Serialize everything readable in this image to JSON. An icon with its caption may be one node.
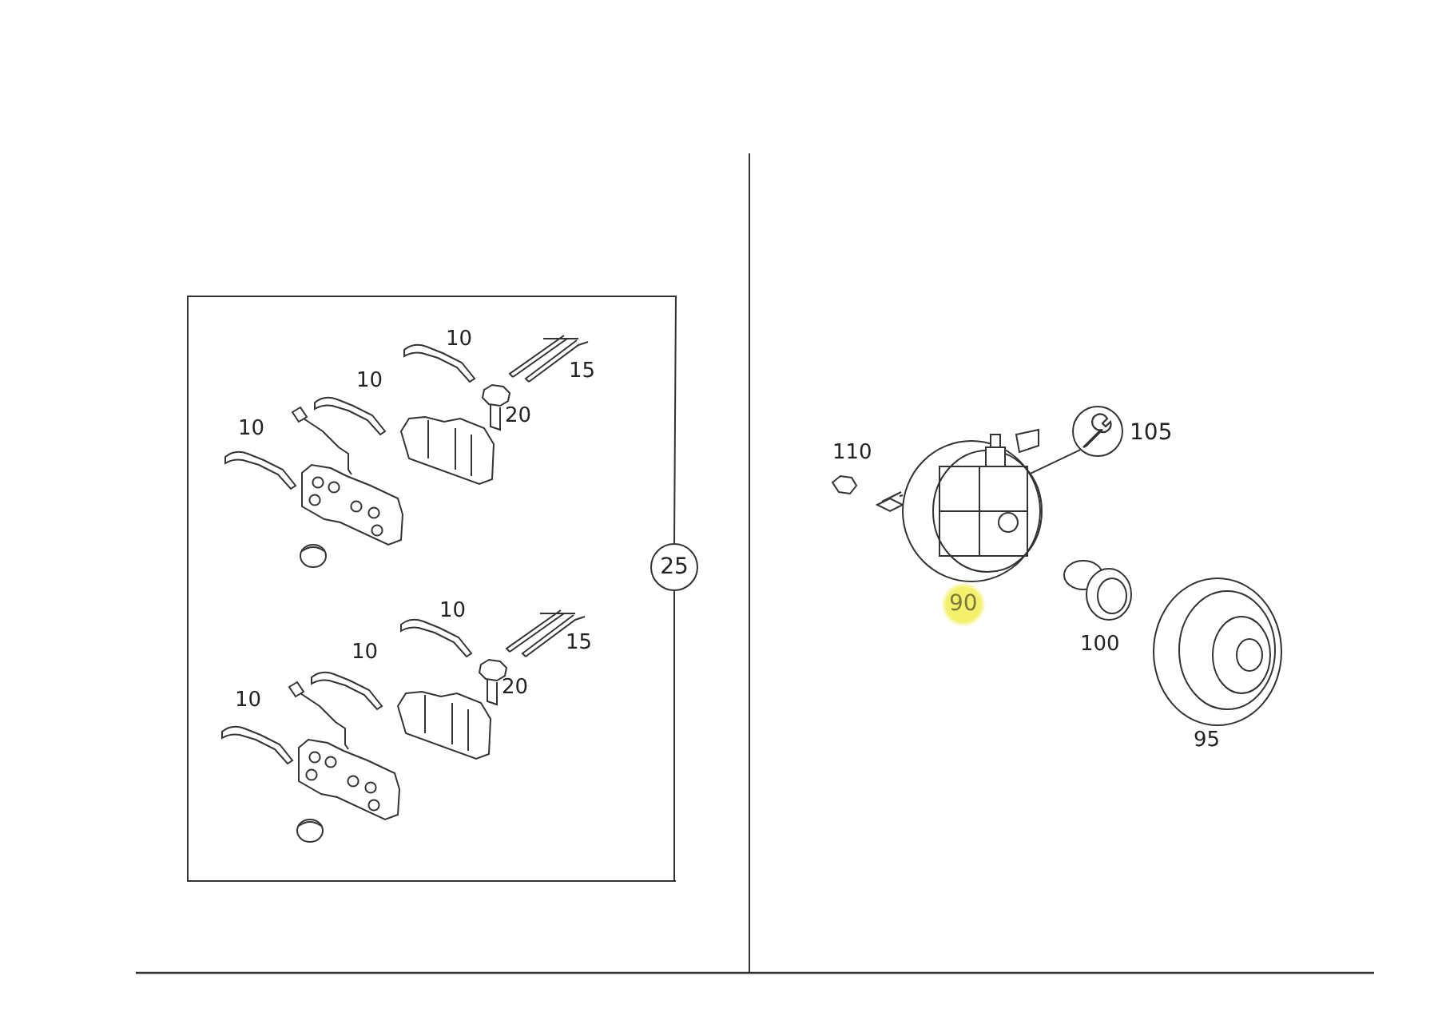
{
  "diagram": {
    "nodes": [
      {
        "text": [],
        "shape": "box"
      },
      {
        "text": [
          "25"
        ]
      },
      {
        "text": [],
        "shape": "circle",
        "beside": [
          "105"
        ]
      },
      {
        "text": [],
        "shape": "picture",
        "beside": [
          "90"
        ]
      }
    ],
    "edges": [
      {
        "from": 1,
        "to": 0,
        "arrow": "none"
      },
      {
        "from": 2,
        "to": 3,
        "arrow": "none"
      }
    ],
    "labels": [
      "10",
      "15",
      "10",
      "20",
      "10",
      "10",
      "15",
      "10",
      "20",
      "10",
      "110",
      "100",
      "95"
    ]
  }
}
